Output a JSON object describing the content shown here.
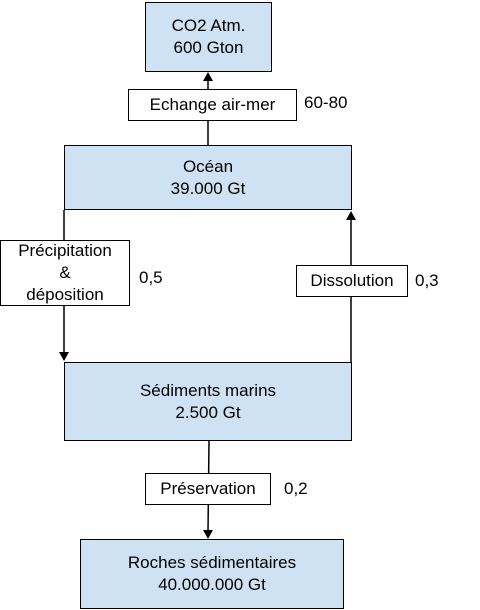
{
  "reservoirs": {
    "atmosphere": {
      "name": "CO2 Atm.",
      "amount": "600 Gton"
    },
    "ocean": {
      "name": "Océan",
      "amount": "39.000 Gt"
    },
    "sediments": {
      "name": "Sédiments marins",
      "amount": "2.500 Gt"
    },
    "rocks": {
      "name": "Roches sédimentaires",
      "amount": "40.000.000 Gt"
    }
  },
  "fluxes": {
    "air_sea": {
      "label": "Echange air-mer",
      "value": "60-80"
    },
    "precipitation": {
      "label_line1": "Précipitation",
      "label_line2": "&",
      "label_line3": "déposition",
      "value": "0,5"
    },
    "dissolution": {
      "label": "Dissolution",
      "value": "0,3"
    },
    "preservation": {
      "label": "Préservation",
      "value": "0,2"
    }
  },
  "colors": {
    "reservoir_fill": "#cfe2f3",
    "flux_fill": "#ffffff",
    "line": "#000000"
  }
}
